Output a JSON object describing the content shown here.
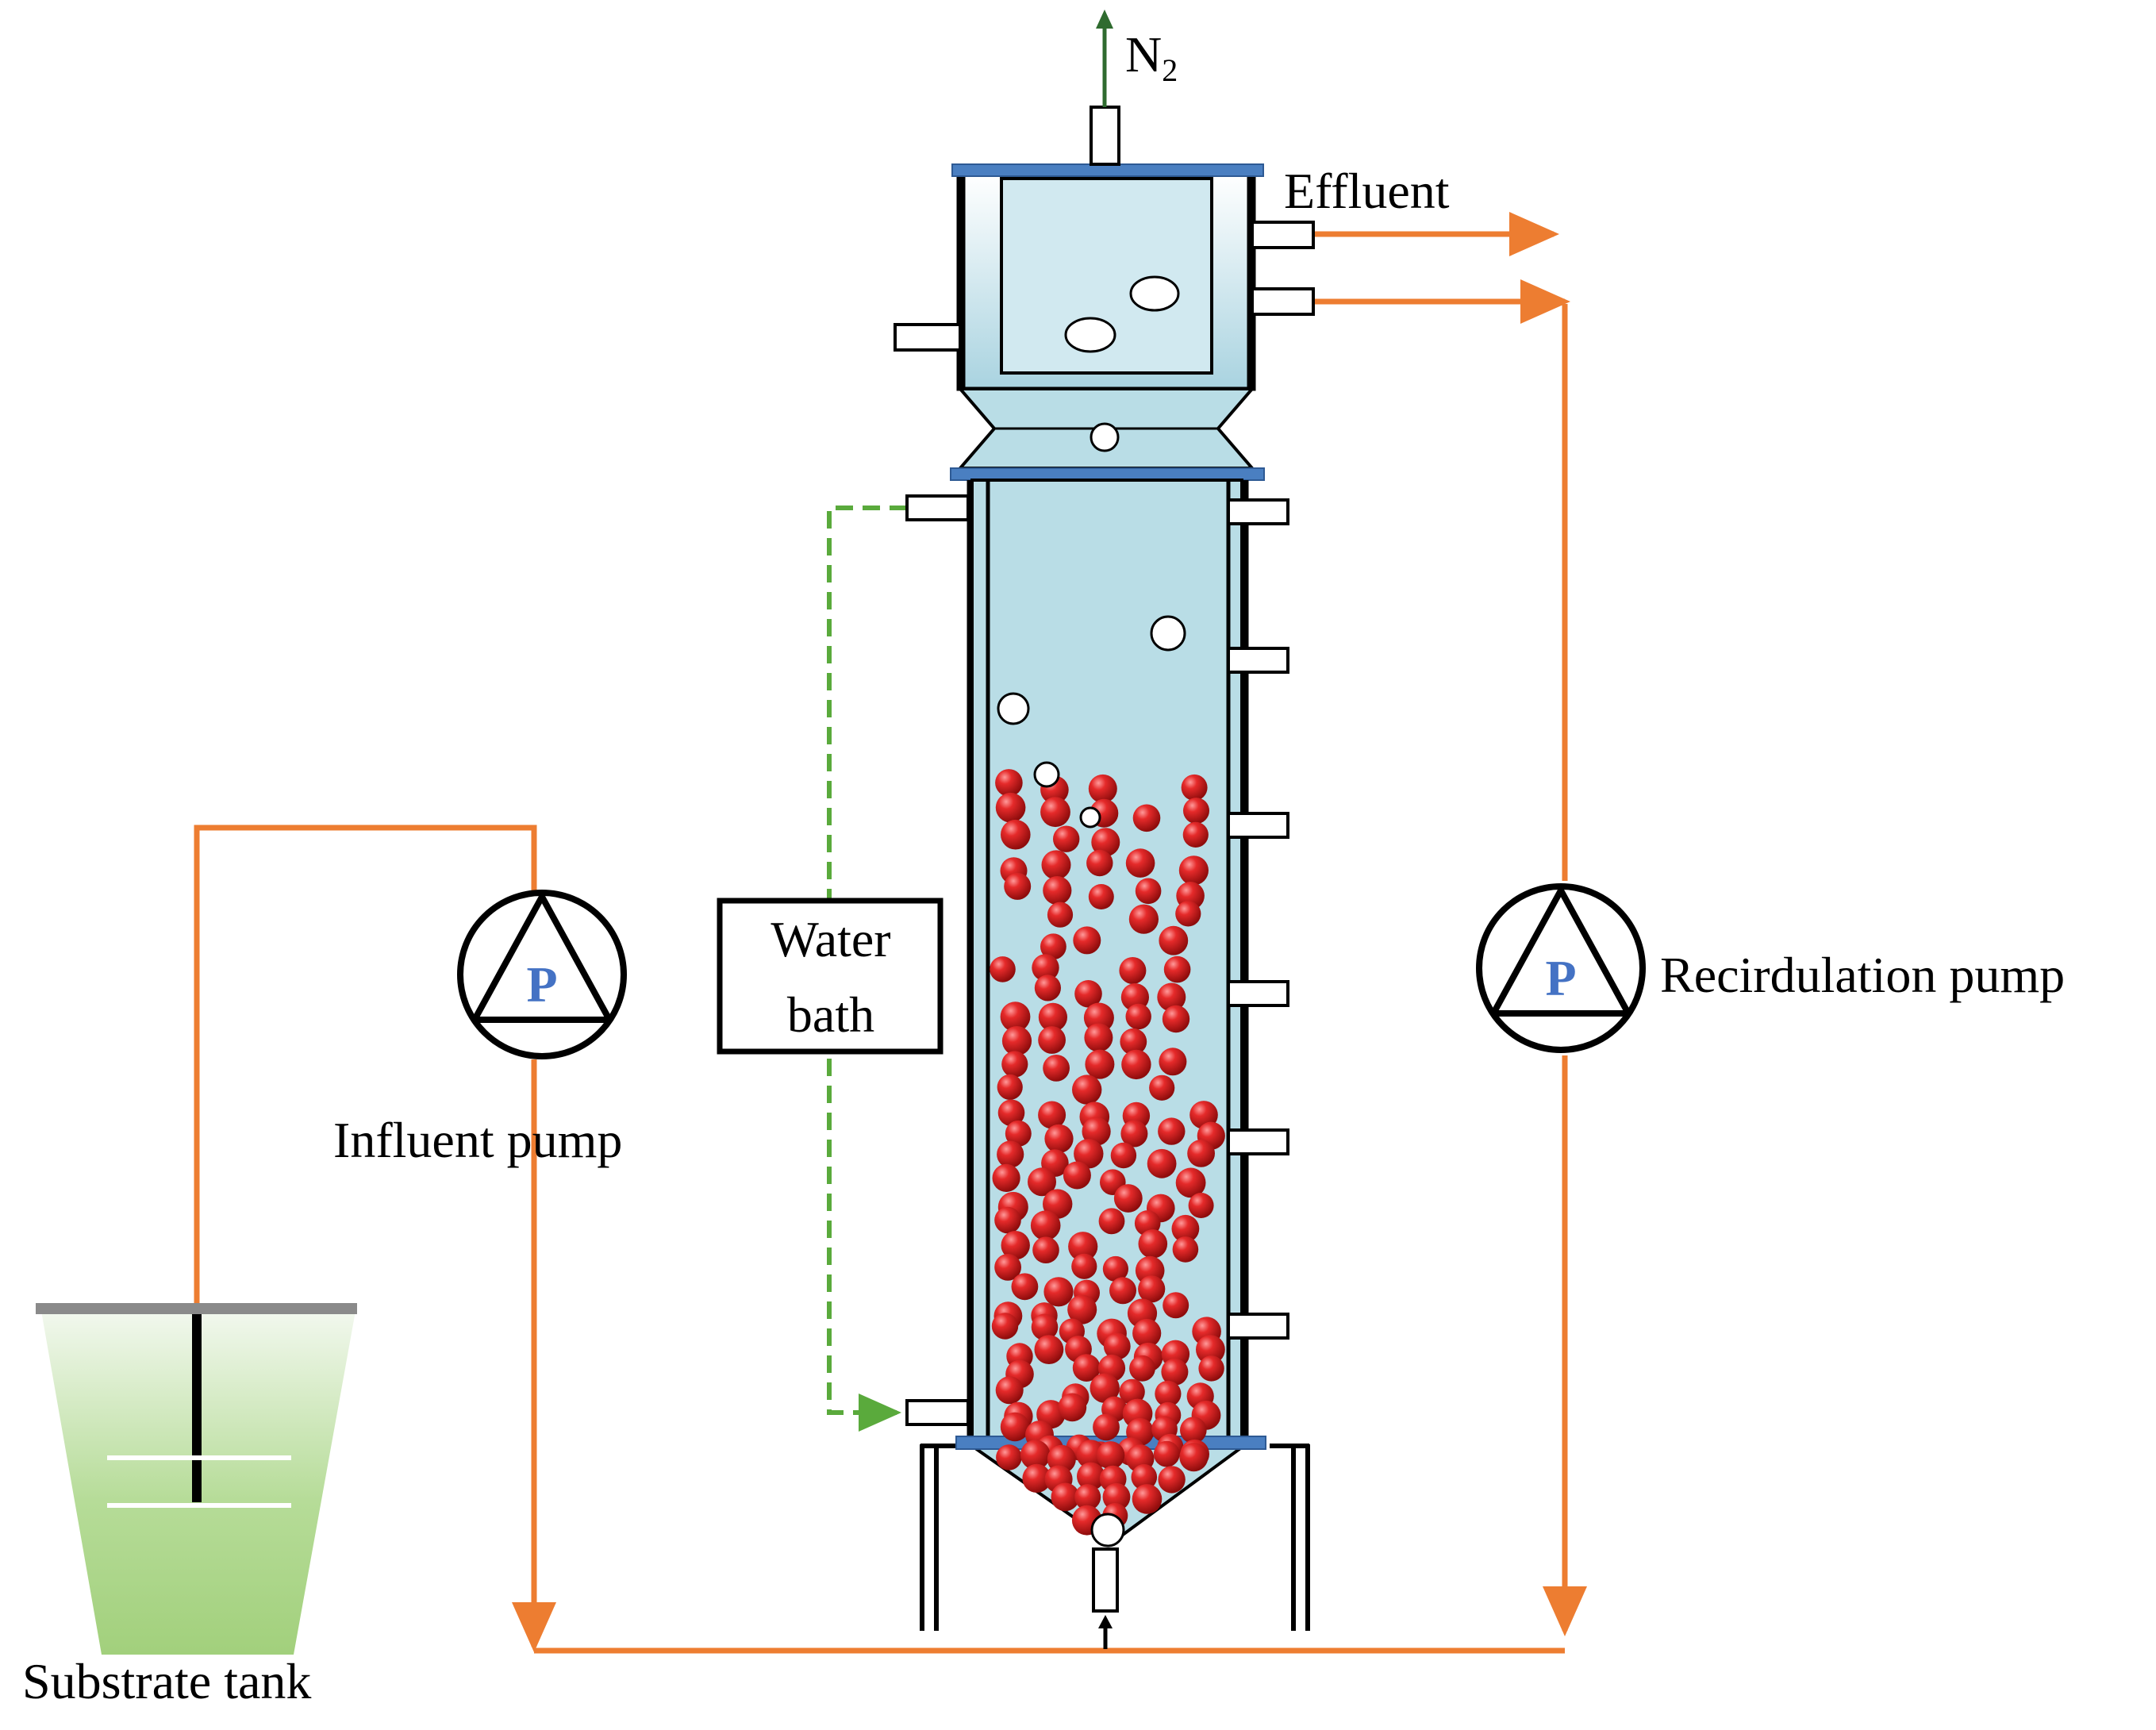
{
  "labels": {
    "n2": "N",
    "n2_sub": "2",
    "effluent": "Effluent",
    "water_bath_line1": "Water",
    "water_bath_line2": "bath",
    "influent_pump": "Influent pump",
    "recirculation_pump": "Recirdulation pump",
    "substrate_tank": "Substrate tank",
    "pump_symbol": "P"
  },
  "colors": {
    "pipe": "#ed7d31",
    "water_bath_line": "#5aaa3c",
    "gas_arrow": "#2f6b2f",
    "reactor_fill": "#b9dde6",
    "flange": "#4a7fc1",
    "granule": "#d11f1f",
    "tank_fill": "#a8d48a",
    "pump_letter": "#4472c4",
    "tank_lid": "#8a8a8a"
  },
  "icons": {
    "pump": "circle-triangle-pump-icon",
    "granule": "red-sphere-icon",
    "bubble": "gas-bubble-icon"
  }
}
